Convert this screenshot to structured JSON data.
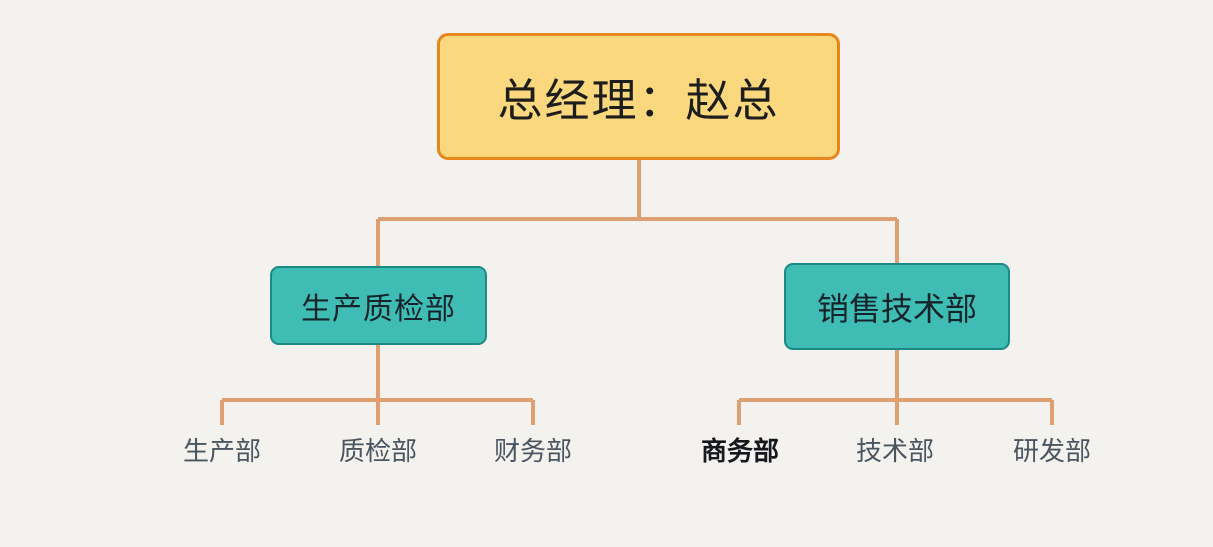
{
  "diagram": {
    "type": "organization-chart",
    "background_color": "#f4f2ee",
    "connector_color": "#dda073",
    "root": {
      "label": "总经理：赵总",
      "fill_color": "#fbd87d",
      "border_color": "#e8861e"
    },
    "divisions": [
      {
        "label": "生产质检部",
        "fill_color": "#3fbcb4",
        "border_color": "#1b8a85",
        "children": [
          {
            "label": "生产部",
            "emphasis": "normal"
          },
          {
            "label": "质检部",
            "emphasis": "normal"
          },
          {
            "label": "财务部",
            "emphasis": "normal"
          }
        ]
      },
      {
        "label": "销售技术部",
        "fill_color": "#3fbcb4",
        "border_color": "#1b8a85",
        "children": [
          {
            "label": "商务部",
            "emphasis": "bold"
          },
          {
            "label": "技术部",
            "emphasis": "normal"
          },
          {
            "label": "研发部",
            "emphasis": "normal"
          }
        ]
      }
    ]
  }
}
